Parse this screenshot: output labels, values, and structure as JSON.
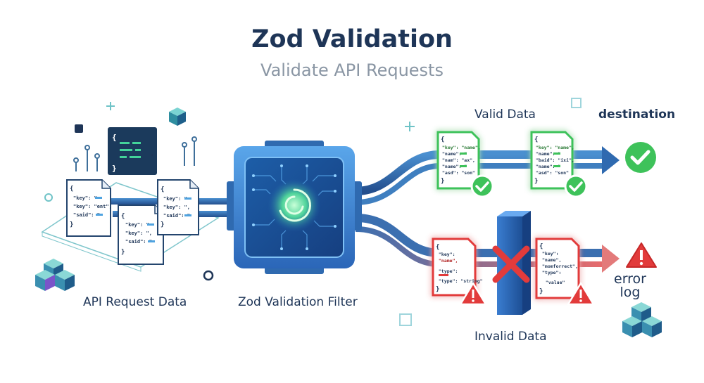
{
  "title": "Zod Validation",
  "subtitle": "Validate API Requests",
  "labels": {
    "api_request": "API Request Data",
    "filter": "Zod Validation Filter",
    "valid": "Valid Data",
    "destination": "destination",
    "invalid": "Invalid Data",
    "error_line1": "error",
    "error_line2": "log"
  },
  "docs": {
    "input_doc_1": [
      "{",
      "\"key\": \"",
      "\"key\": \"ent\",",
      "\"said\": \"",
      "}"
    ],
    "input_doc_2": [
      "{",
      "\"key\": \"",
      "\"key\": \",",
      "\"said\": \"",
      "}"
    ],
    "input_doc_3": [
      "{",
      "\"key\": \"",
      "\"key\": \",",
      "\"said\": \"",
      "}"
    ],
    "valid_doc_1": [
      "{",
      "\"key\": \"name\",",
      "\"name\": \"",
      "\"nam\": \"ax\",",
      "\"name\": \"",
      "\"asd\": \"son\"",
      "}"
    ],
    "valid_doc_2": [
      "{",
      "\"key\": \"name\",",
      "\"name\": \"",
      "\"baid\": \"ixi\",",
      "\"name\": \"",
      "\"asd\": \"son\"",
      "}"
    ],
    "invalid_doc_1": [
      "{",
      "\"key\":",
      "\"name\",",
      "\"type\":",
      "\"type\": \"string\"",
      "}"
    ],
    "invalid_doc_2": [
      "{",
      "\"key\":",
      "\"name\",",
      "\"momforrect\",",
      "\"type\":",
      "\"value\"",
      "}"
    ]
  },
  "colors": {
    "primary": "#1e3557",
    "accent_blue": "#3f8ad6",
    "teal": "#5fb7c2",
    "valid_green": "#3ec25a",
    "error_red": "#e23b3b"
  },
  "icons": {
    "destination": "check-circle-icon",
    "error": "warning-triangle-icon",
    "block": "red-x-icon"
  }
}
